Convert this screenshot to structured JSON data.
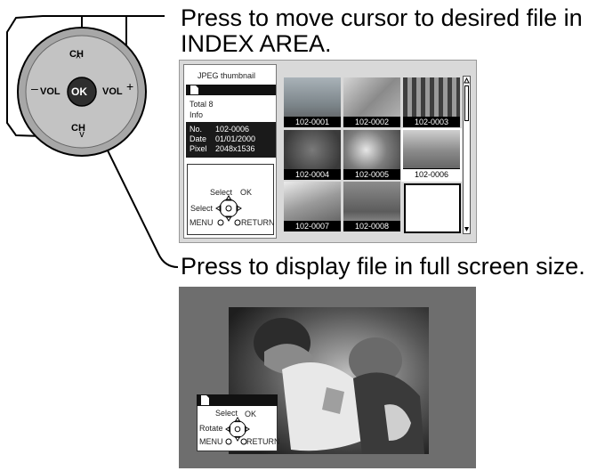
{
  "captions": {
    "cursor_line1": "Press to move cursor to desired file in",
    "cursor_line2": "INDEX AREA.",
    "ok_text": "Press to display file in full screen size."
  },
  "remote": {
    "ch_up": "CH",
    "ch_down": "CH",
    "vol_minus": "VOL",
    "vol_plus": "VOL",
    "ok": "OK"
  },
  "index_screen": {
    "title": "JPEG thumbnail",
    "total": "Total 8",
    "info_label": "Info",
    "info": {
      "no_label": "No.",
      "no_value": "102-0006",
      "date_label": "Date",
      "date_value": "01/01/2000",
      "pixel_label": "Pixel",
      "pixel_value": "2048x1536"
    },
    "help": {
      "select_ok": "Select",
      "ok": "OK",
      "select": "Select",
      "menu": "MENU",
      "return": "RETURN"
    },
    "thumbnails": [
      {
        "label": "102-0001"
      },
      {
        "label": "102-0002"
      },
      {
        "label": "102-0003"
      },
      {
        "label": "102-0004"
      },
      {
        "label": "102-0005"
      },
      {
        "label": "102-0006",
        "selected": true
      },
      {
        "label": "102-0007"
      },
      {
        "label": "102-0008"
      },
      {
        "label": ""
      }
    ]
  },
  "full_screen": {
    "help": {
      "select": "Select",
      "ok": "OK",
      "rotate": "Rotate",
      "menu": "MENU",
      "return": "RETURN"
    }
  }
}
